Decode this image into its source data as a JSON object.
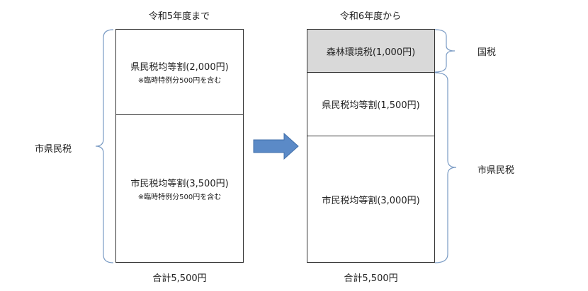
{
  "before": {
    "title": "令和5年度まで",
    "cells": [
      {
        "label": "県民税均等割(2,000円)",
        "note": "※臨時特例分500円を含む"
      },
      {
        "label": "市民税均等割(3,500円)",
        "note": "※臨時特例分500円を含む"
      }
    ],
    "total": "合計5,500円",
    "brace_label": "市県民税"
  },
  "after": {
    "title": "令和6年度から",
    "cells": [
      {
        "label": "森林環境税(1,000円)"
      },
      {
        "label": "県民税均等割(1,500円)"
      },
      {
        "label": "市民税均等割(3,000円)"
      }
    ],
    "total": "合計5,500円",
    "brace_labels": {
      "national": "国税",
      "local": "市県民税"
    }
  },
  "colors": {
    "brace": "#7a9bc4",
    "arrow": "#5b8ac7",
    "shaded_cell": "#d9d9d9"
  }
}
